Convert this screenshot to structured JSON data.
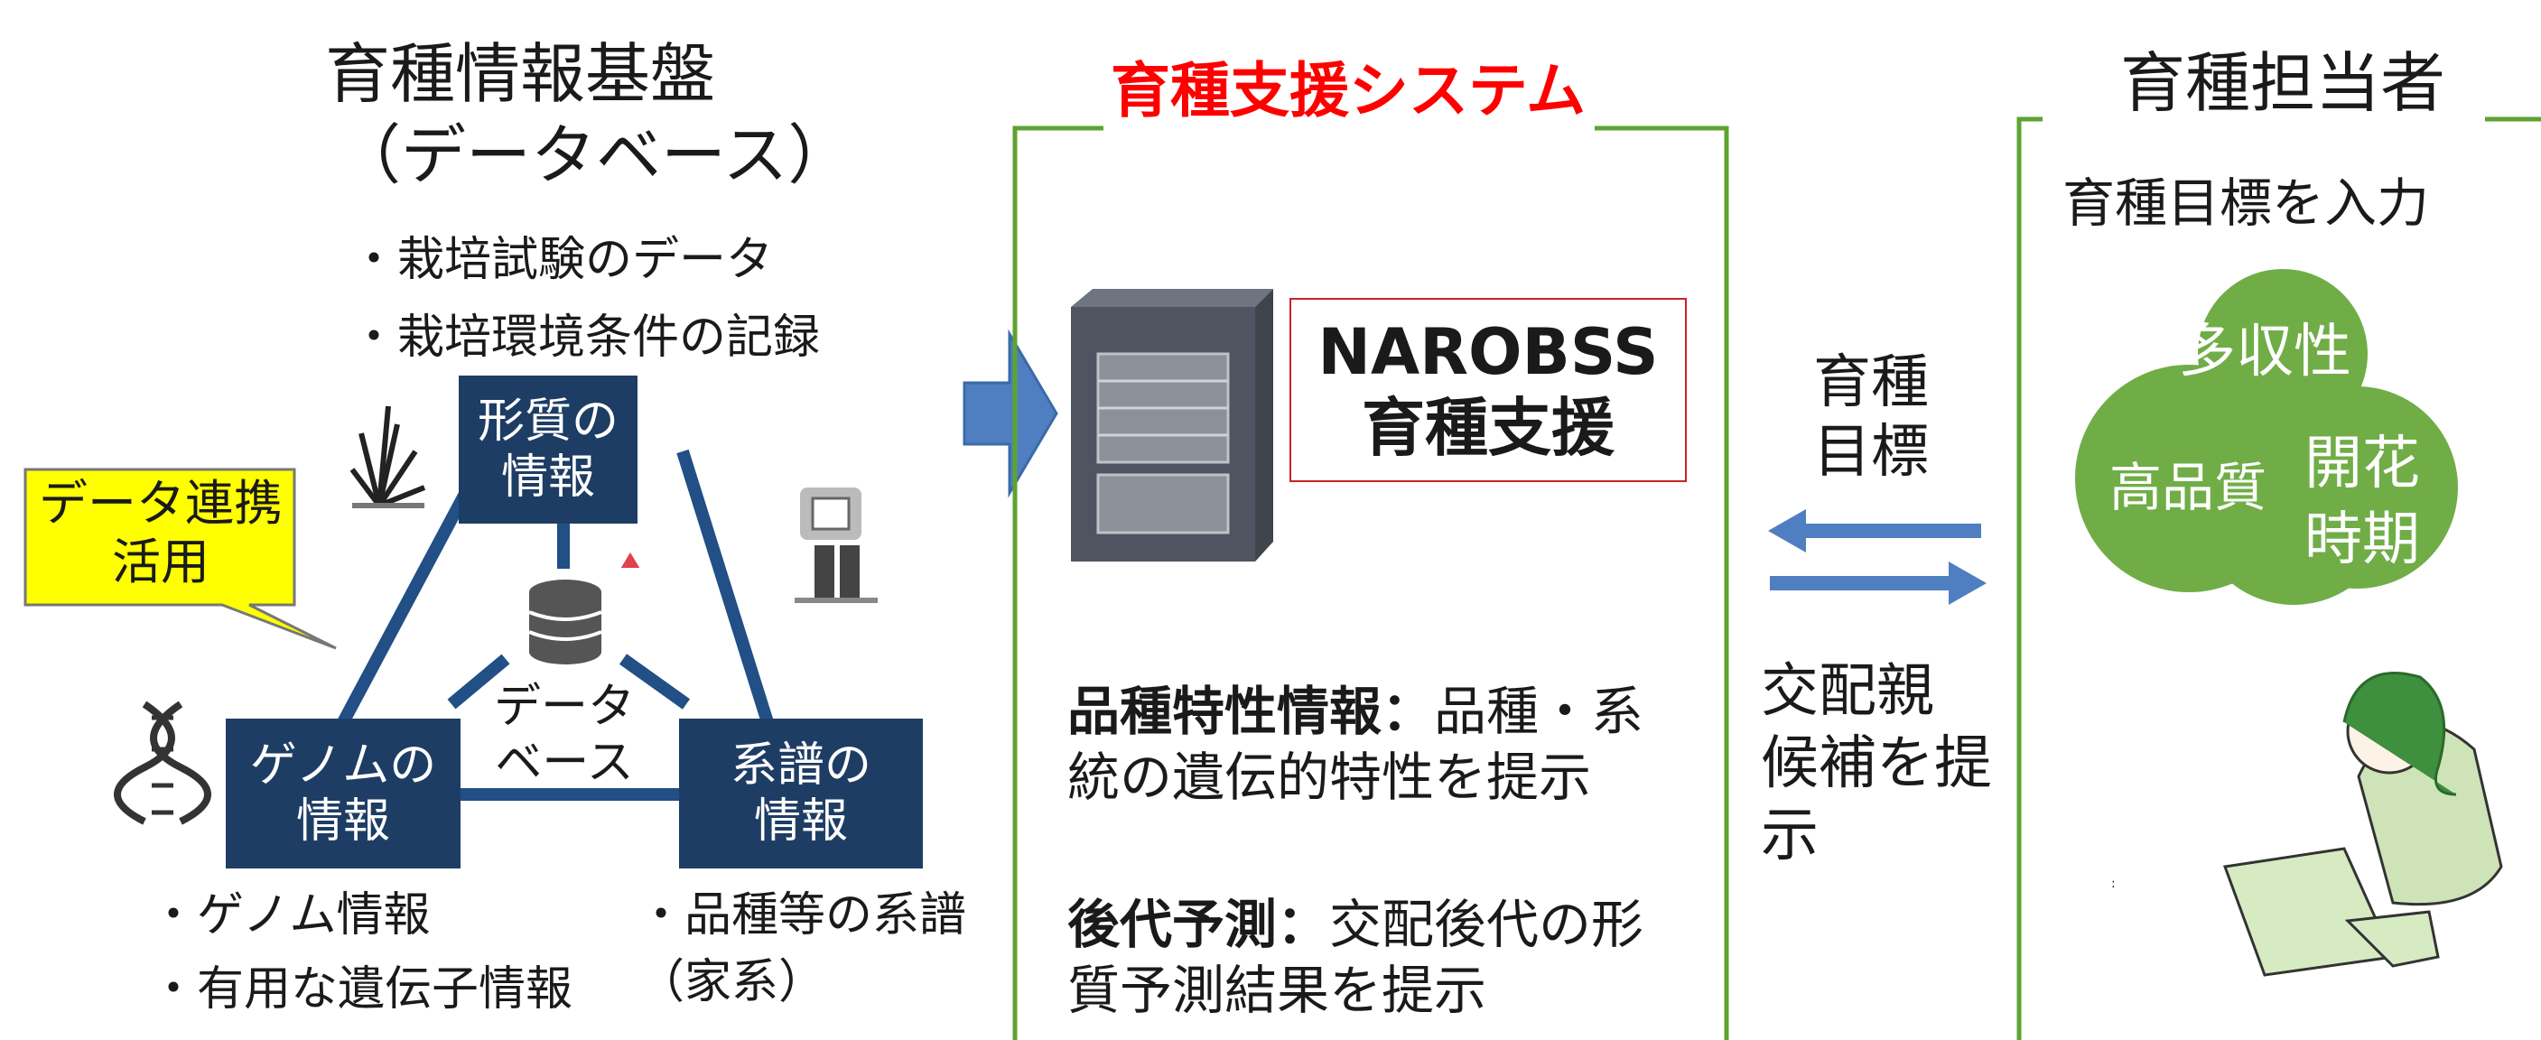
{
  "database": {
    "title_line1": "育種情報基盤",
    "title_line2": "（データベース）",
    "bullets_top": [
      "・栽培試験のデータ",
      "・栽培環境条件の記録"
    ],
    "node_trait": [
      "形質の",
      "情報"
    ],
    "node_genome": [
      "ゲノムの",
      "情報"
    ],
    "node_pedigree": [
      "系譜の",
      "情報"
    ],
    "center_label": [
      "データ",
      "ベース"
    ],
    "bullets_genome": [
      "・ゲノム情報",
      "・有用な遺伝子情報"
    ],
    "bullets_pedigree": [
      "・品種等の系譜",
      "（家系）"
    ],
    "callout": [
      "データ連携",
      "活用"
    ]
  },
  "system": {
    "title": "育種支援システム",
    "box_line1": "NAROBSS",
    "box_line2": "育種支援",
    "item1_bold": "品種特性情報：",
    "item1_text": "品種・系統の遺伝的特性を提示",
    "item2_bold": "後代予測：",
    "item2_text": "交配後代の形質予測結果を提示"
  },
  "exchange": {
    "upper_label": [
      "育種",
      "目標"
    ],
    "lower_label": [
      "交配親",
      "候補を提",
      "示"
    ]
  },
  "breeder": {
    "title": "育種担当者",
    "subtitle": "育種目標を入力",
    "goals": [
      "多収性",
      "高品質",
      "開花",
      "時期"
    ],
    "note": ":"
  },
  "colors": {
    "node_fill": "#1e3d64",
    "line_blue": "#214f86",
    "arrow_blue": "#4f7fc0",
    "frame_green": "#5ea331",
    "cloud_green": "#70ad47",
    "title_red": "#ff0000",
    "callout_yellow": "#ffff00"
  }
}
